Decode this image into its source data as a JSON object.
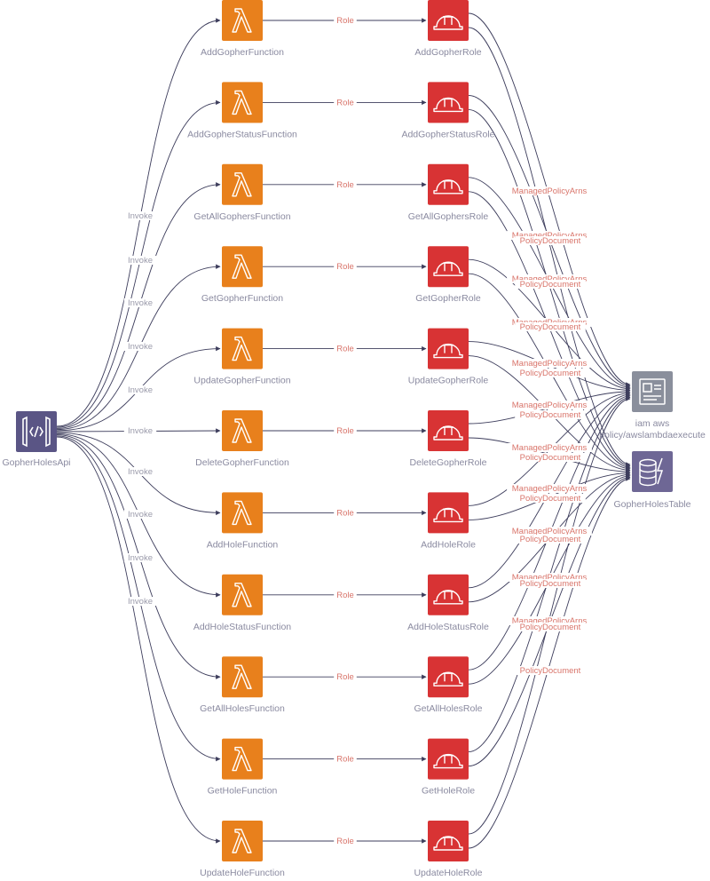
{
  "colors": {
    "lambda": "#e8801c",
    "role": "#d83334",
    "gateway": "#5a5585",
    "iam_policy": "#8a8f9c",
    "dynamodb": "#6e6795",
    "edge": "#3d3d5c",
    "edge_label_invoke": "#9a9aaa",
    "edge_label_role": "#d9756b",
    "edge_label_policy": "#d9756b",
    "node_label": "#8a8aa0",
    "icon_fg": "#ffffff"
  },
  "api": {
    "label": "GopherHolesApi",
    "icon": "api-gateway-icon"
  },
  "managed_policy": {
    "label_line1": "iam aws",
    "label_line2": "policy/awslambdaexecute",
    "icon": "iam-policy-icon"
  },
  "table": {
    "label": "GopherHolesTable",
    "icon": "dynamodb-table-icon"
  },
  "edge_labels": {
    "invoke": "Invoke",
    "role": "Role",
    "managed_policy_arns": "ManagedPolicyArns",
    "policy_document": "PolicyDocument"
  },
  "pairs": [
    {
      "function": "AddGopherFunction",
      "role": "AddGopherRole"
    },
    {
      "function": "AddGopherStatusFunction",
      "role": "AddGopherStatusRole"
    },
    {
      "function": "GetAllGophersFunction",
      "role": "GetAllGophersRole"
    },
    {
      "function": "GetGopherFunction",
      "role": "GetGopherRole"
    },
    {
      "function": "UpdateGopherFunction",
      "role": "UpdateGopherRole"
    },
    {
      "function": "DeleteGopherFunction",
      "role": "DeleteGopherRole"
    },
    {
      "function": "AddHoleFunction",
      "role": "AddHoleRole"
    },
    {
      "function": "AddHoleStatusFunction",
      "role": "AddHoleStatusRole"
    },
    {
      "function": "GetAllHolesFunction",
      "role": "GetAllHolesRole"
    },
    {
      "function": "GetHoleFunction",
      "role": "GetHoleRole"
    },
    {
      "function": "UpdateHoleFunction",
      "role": "UpdateHoleRole"
    }
  ]
}
